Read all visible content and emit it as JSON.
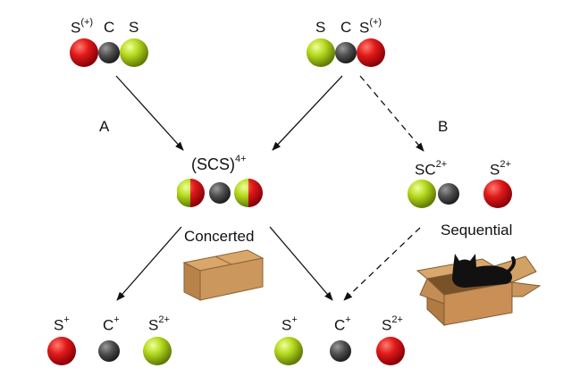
{
  "top_left": {
    "atoms": [
      "S",
      "C",
      "S"
    ],
    "charge": "(+)"
  },
  "top_right": {
    "atoms": [
      "S",
      "C",
      "S"
    ],
    "charge": "(+)"
  },
  "path_a_label": "A",
  "path_b_label": "B",
  "center": {
    "formula": "(SCS)",
    "charge": "4+"
  },
  "sc_fragment": {
    "formula": "SC",
    "charge": "2+"
  },
  "s_fragment": {
    "formula": "S",
    "charge": "2+"
  },
  "concerted_label": "Concerted",
  "sequential_label": "Sequential",
  "bottom_left": {
    "ions": [
      {
        "sym": "S",
        "charge": "+"
      },
      {
        "sym": "C",
        "charge": "+"
      },
      {
        "sym": "S",
        "charge": "2+"
      }
    ]
  },
  "bottom_right": {
    "ions": [
      {
        "sym": "S",
        "charge": "+"
      },
      {
        "sym": "C",
        "charge": "+"
      },
      {
        "sym": "S",
        "charge": "2+"
      }
    ]
  },
  "colors": {
    "sulfur_red": "#d80f14",
    "sulfur_green": "#a6cf16",
    "carbon": "#4a4a4a",
    "box": "#c9955c",
    "cat": "#111111"
  }
}
